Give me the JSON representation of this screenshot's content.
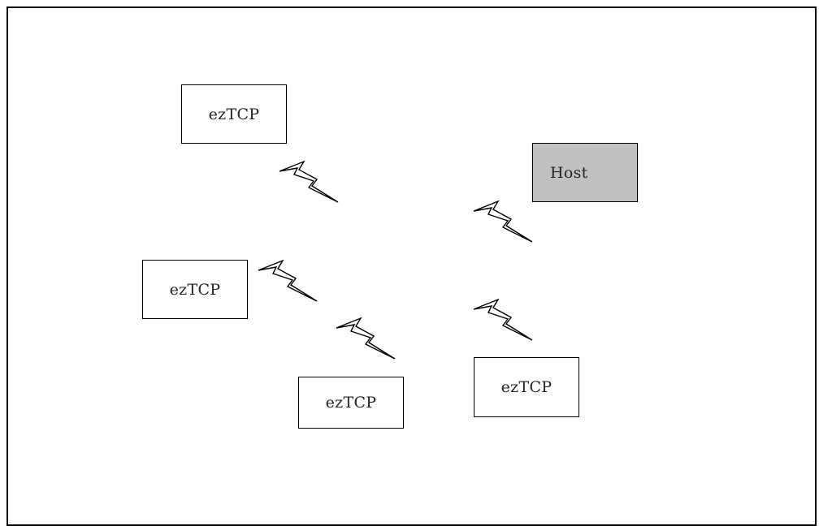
{
  "nodes": [
    {
      "id": "node-1",
      "label": "ezTCP",
      "type": "device"
    },
    {
      "id": "node-host",
      "label": "Host",
      "type": "host"
    },
    {
      "id": "node-2",
      "label": "ezTCP",
      "type": "device"
    },
    {
      "id": "node-3",
      "label": "ezTCP",
      "type": "device"
    },
    {
      "id": "node-4",
      "label": "ezTCP",
      "type": "device"
    }
  ],
  "colors": {
    "host_fill": "#c0c0c0",
    "device_fill": "#ffffff",
    "border": "#000000"
  },
  "links": [
    {
      "name": "wireless-link-icon",
      "between": [
        "node-1",
        "node-host"
      ]
    },
    {
      "name": "wireless-link-icon",
      "between": [
        "node-host"
      ]
    },
    {
      "name": "wireless-link-icon",
      "between": [
        "node-2"
      ]
    },
    {
      "name": "wireless-link-icon",
      "between": [
        "node-3"
      ]
    },
    {
      "name": "wireless-link-icon",
      "between": [
        "node-4"
      ]
    }
  ]
}
